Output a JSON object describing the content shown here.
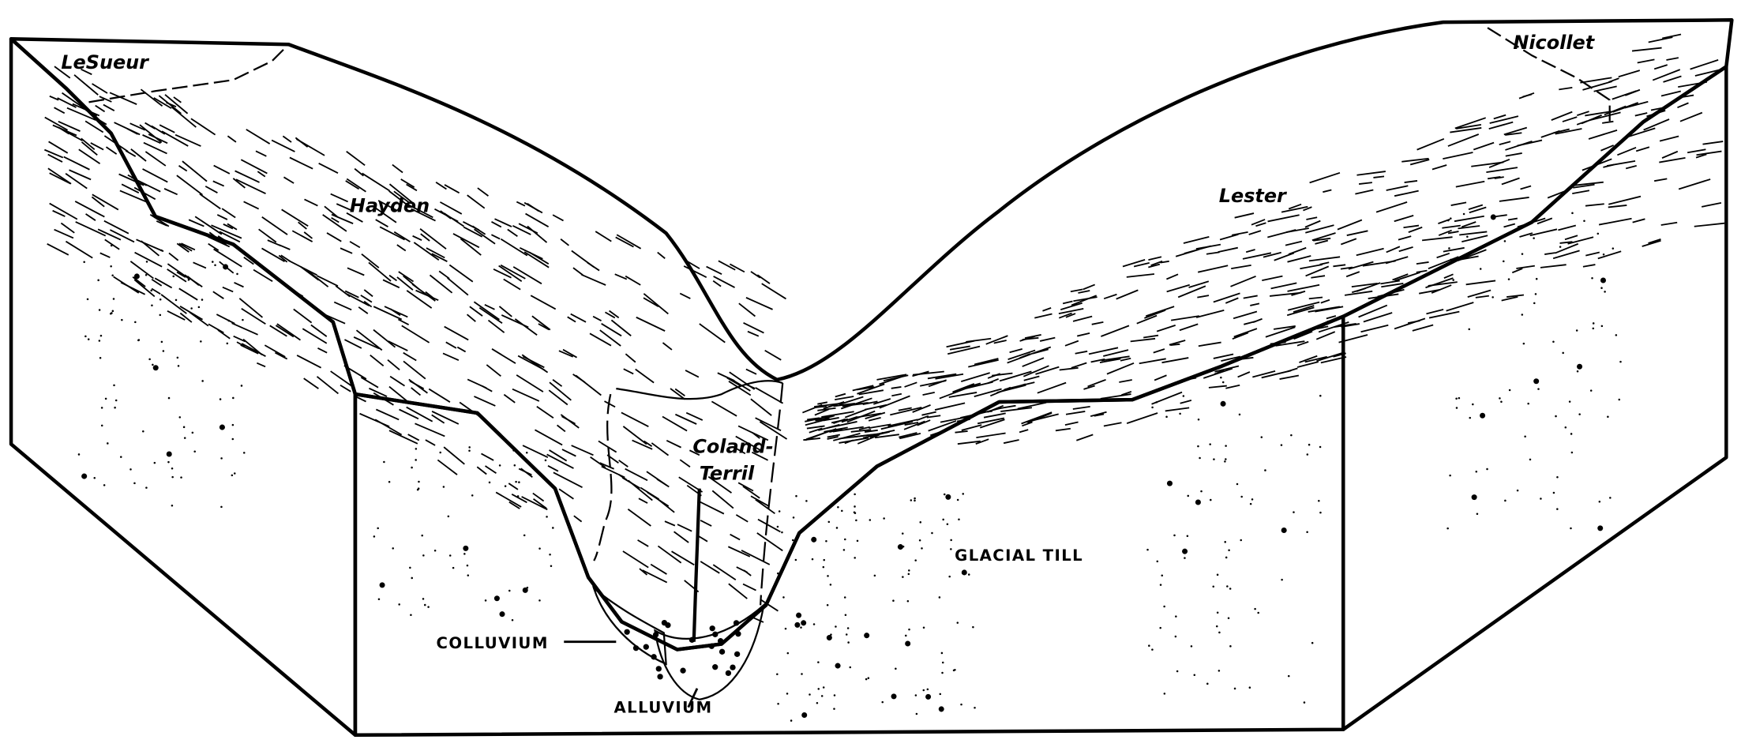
{
  "diagram": {
    "soil_series": {
      "lesueur": "LeSueur",
      "nicollet": "Nicollet",
      "hayden": "Hayden",
      "lester": "Lester",
      "coland_terril_line1": "Coland-",
      "coland_terril_line2": "Terril"
    },
    "materials": {
      "glacial_till": "GLACIAL TILL",
      "colluvium": "COLLUVIUM",
      "alluvium": "ALLUVIUM"
    }
  }
}
